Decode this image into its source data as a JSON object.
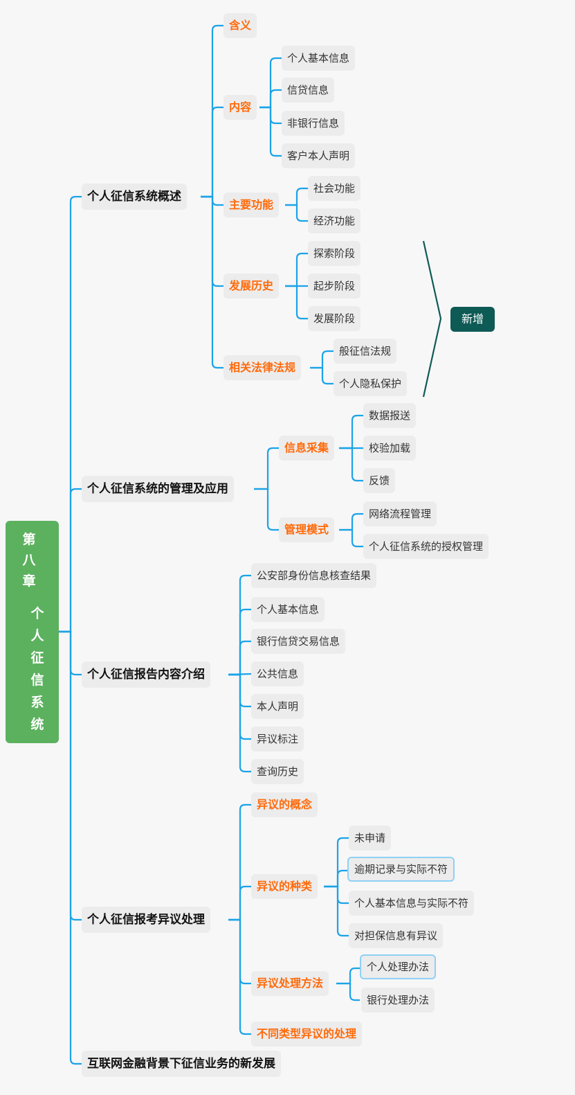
{
  "root": {
    "title_a": "第八章",
    "title_b": "个人征信系统"
  },
  "annotation": {
    "label": "新增"
  },
  "colors": {
    "connector": "#1aa3e8",
    "root_bg": "#5cb15f",
    "category": "#ff6a0a",
    "tag_bg": "#0e5a55"
  },
  "branches": [
    {
      "label": "个人征信系统概述",
      "children": [
        {
          "label": "含义"
        },
        {
          "label": "内容",
          "children": [
            {
              "label": "个人基本信息"
            },
            {
              "label": "信贷信息"
            },
            {
              "label": "非银行信息"
            },
            {
              "label": "客户本人声明"
            }
          ]
        },
        {
          "label": "主要功能",
          "children": [
            {
              "label": "社会功能"
            },
            {
              "label": "经济功能"
            }
          ]
        },
        {
          "label": "发展历史",
          "children": [
            {
              "label": "探索阶段"
            },
            {
              "label": "起步阶段"
            },
            {
              "label": "发展阶段"
            }
          ]
        },
        {
          "label": "相关法律法规",
          "children": [
            {
              "label": "般征信法规"
            },
            {
              "label": "个人隐私保护"
            }
          ]
        }
      ]
    },
    {
      "label": "个人征信系统的管理及应用",
      "children": [
        {
          "label": "信息采集",
          "children": [
            {
              "label": "数据报送"
            },
            {
              "label": "校验加载"
            },
            {
              "label": "反馈"
            }
          ]
        },
        {
          "label": "管理模式",
          "children": [
            {
              "label": "网络流程管理"
            },
            {
              "label": "个人征信系统的授权管理"
            }
          ]
        }
      ]
    },
    {
      "label": "个人征信报告内容介绍",
      "children": [
        {
          "label": "公安部身份信息核查结果"
        },
        {
          "label": "个人基本信息"
        },
        {
          "label": "银行信贷交易信息"
        },
        {
          "label": "公共信息"
        },
        {
          "label": "本人声明"
        },
        {
          "label": "异议标注"
        },
        {
          "label": "查询历史"
        }
      ]
    },
    {
      "label": "个人征信报考异议处理",
      "children": [
        {
          "label": "异议的概念"
        },
        {
          "label": "异议的种类",
          "children": [
            {
              "label": "未申请"
            },
            {
              "label": "逾期记录与实际不符"
            },
            {
              "label": "个人基本信息与实际不符"
            },
            {
              "label": "对担保信息有异议"
            }
          ]
        },
        {
          "label": "异议处理方法",
          "children": [
            {
              "label": "个人处理办法"
            },
            {
              "label": "银行处理办法"
            }
          ]
        },
        {
          "label": "不同类型异议的处理"
        }
      ]
    },
    {
      "label": "互联网金融背景下征信业务的新发展"
    }
  ]
}
